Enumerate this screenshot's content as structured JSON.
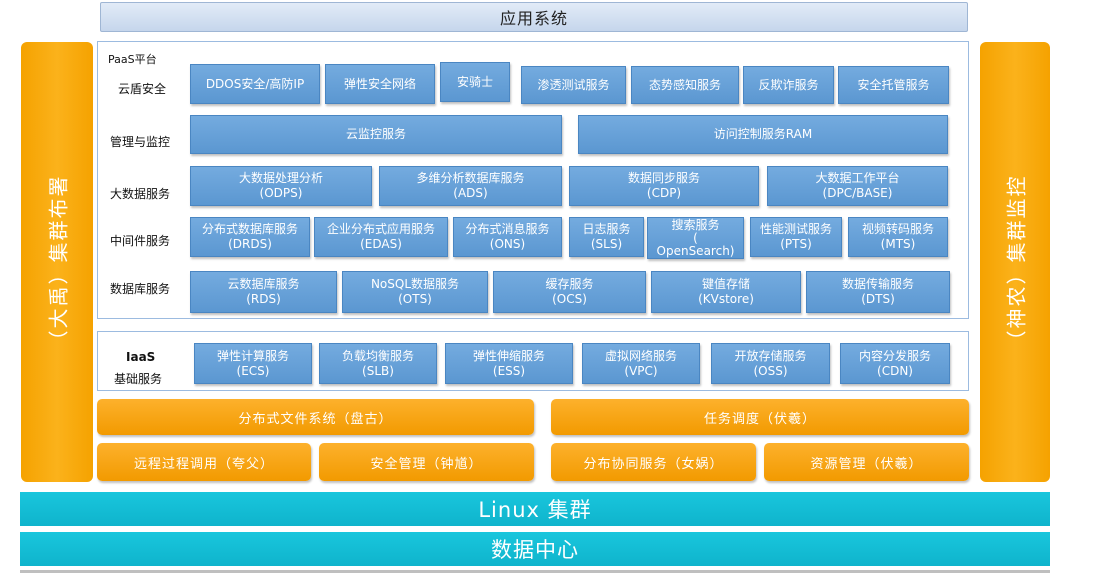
{
  "top": "应用系统",
  "left_side": "（大禹）集群布署",
  "right_side": "（神农）集群监控",
  "paas": {
    "title": "PaaS平台",
    "rows": [
      {
        "label": "云盾安全",
        "items": [
          [
            "DDOS安全/高防IP"
          ],
          [
            "弹性安全网络"
          ],
          [
            "安骑士"
          ],
          [
            "渗透测试服务"
          ],
          [
            "态势感知服务"
          ],
          [
            "反欺诈服务"
          ],
          [
            "安全托管服务"
          ]
        ]
      },
      {
        "label": "管理与监控",
        "items": [
          [
            "云监控服务"
          ],
          [
            "访问控制服务RAM"
          ]
        ]
      },
      {
        "label": "大数据服务",
        "items": [
          [
            "大数据处理分析",
            "(ODPS)"
          ],
          [
            "多维分析数据库服务",
            "(ADS)"
          ],
          [
            "数据同步服务",
            "(CDP)"
          ],
          [
            "大数据工作平台",
            "(DPC/BASE)"
          ]
        ]
      },
      {
        "label": "中间件服务",
        "items": [
          [
            "分布式数据库服务",
            "(DRDS)"
          ],
          [
            "企业分布式应用服务",
            "(EDAS)"
          ],
          [
            "分布式消息服务",
            "(ONS)"
          ],
          [
            "日志服务",
            "(SLS)"
          ],
          [
            "搜索服务",
            "(",
            "OpenSearch)"
          ],
          [
            "性能测试服务",
            "(PTS)"
          ],
          [
            "视频转码服务",
            "(MTS)"
          ]
        ]
      },
      {
        "label": "数据库服务",
        "items": [
          [
            "云数据库服务",
            "(RDS)"
          ],
          [
            "NoSQL数据服务",
            "(OTS)"
          ],
          [
            "缓存服务",
            "(OCS)"
          ],
          [
            "键值存储",
            "(KVstore)"
          ],
          [
            "数据传输服务",
            "(DTS)"
          ]
        ]
      }
    ]
  },
  "iaas": {
    "label_line1": "IaaS",
    "label_line2": "基础服务",
    "items": [
      [
        "弹性计算服务",
        "(ECS)"
      ],
      [
        "负载均衡服务",
        "(SLB)"
      ],
      [
        "弹性伸缩服务",
        "(ESS)"
      ],
      [
        "虚拟网络服务",
        "(VPC)"
      ],
      [
        "开放存储服务",
        "(OSS)"
      ],
      [
        "内容分发服务",
        "(CDN)"
      ]
    ]
  },
  "base": {
    "row1": [
      "分布式文件系统（盘古）",
      "任务调度（伏羲）"
    ],
    "row2": [
      "远程过程调用（夸父）",
      "安全管理（钟馗）",
      "分布协同服务（女娲）",
      "资源管理（伏羲）"
    ]
  },
  "linux": "Linux 集群",
  "datacenter": "数据中心",
  "colors": {
    "blue_box": "#5b97d1",
    "orange": "#f5a200",
    "cyan": "#12bcd4"
  }
}
